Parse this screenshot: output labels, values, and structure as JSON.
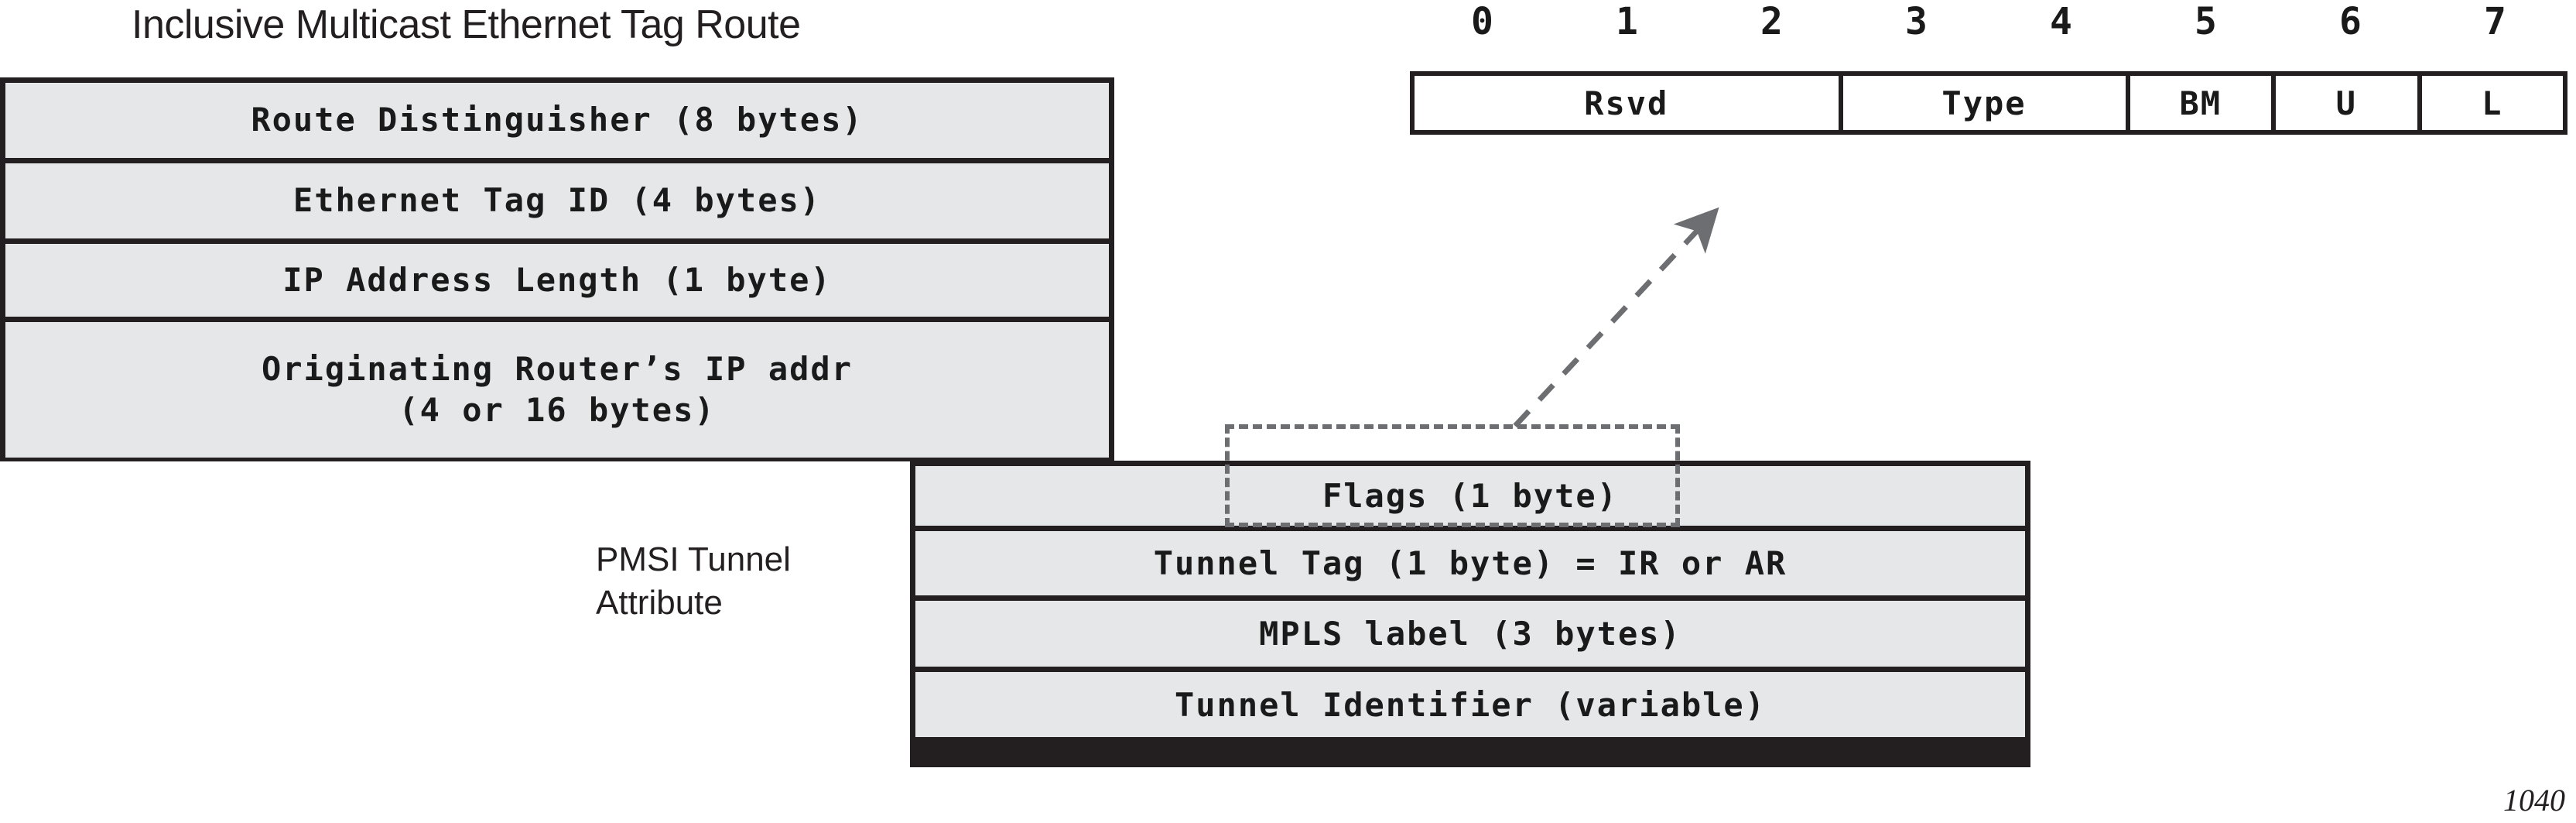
{
  "figure": {
    "number": "1040"
  },
  "imet_route": {
    "title": "Inclusive Multicast Ethernet Tag Route",
    "fields": [
      {
        "label": "Route Distinguisher (8 bytes)"
      },
      {
        "label": "Ethernet Tag ID (4 bytes)"
      },
      {
        "label": "IP Address Length (1 byte)"
      },
      {
        "label_line1": "Originating Router’s IP addr",
        "label_line2": "(4 or 16 bytes)"
      }
    ]
  },
  "pmsi_tunnel_attribute": {
    "label_line1": "PMSI Tunnel",
    "label_line2": "Attribute",
    "fields": [
      {
        "label": "Flags (1 byte)"
      },
      {
        "label": "Tunnel Tag (1 byte) = IR or AR"
      },
      {
        "label": "MPLS label (3 bytes)"
      },
      {
        "label": "Tunnel Identifier (variable)"
      }
    ]
  },
  "flags_byte": {
    "bit_ruler": [
      "0",
      "1",
      "2",
      "3",
      "4",
      "5",
      "6",
      "7"
    ],
    "cells": [
      {
        "label": "Rsvd",
        "bits": 3
      },
      {
        "label": "Type",
        "bits": 2
      },
      {
        "label": "BM",
        "bits": 1
      },
      {
        "label": "U",
        "bits": 1
      },
      {
        "label": "L",
        "bits": 1
      }
    ]
  },
  "colors": {
    "ink": "#231f20",
    "field_fill": "#e6e7e8",
    "flags_fill": "#ffffff",
    "dashed_gray": "#6d6e71"
  }
}
